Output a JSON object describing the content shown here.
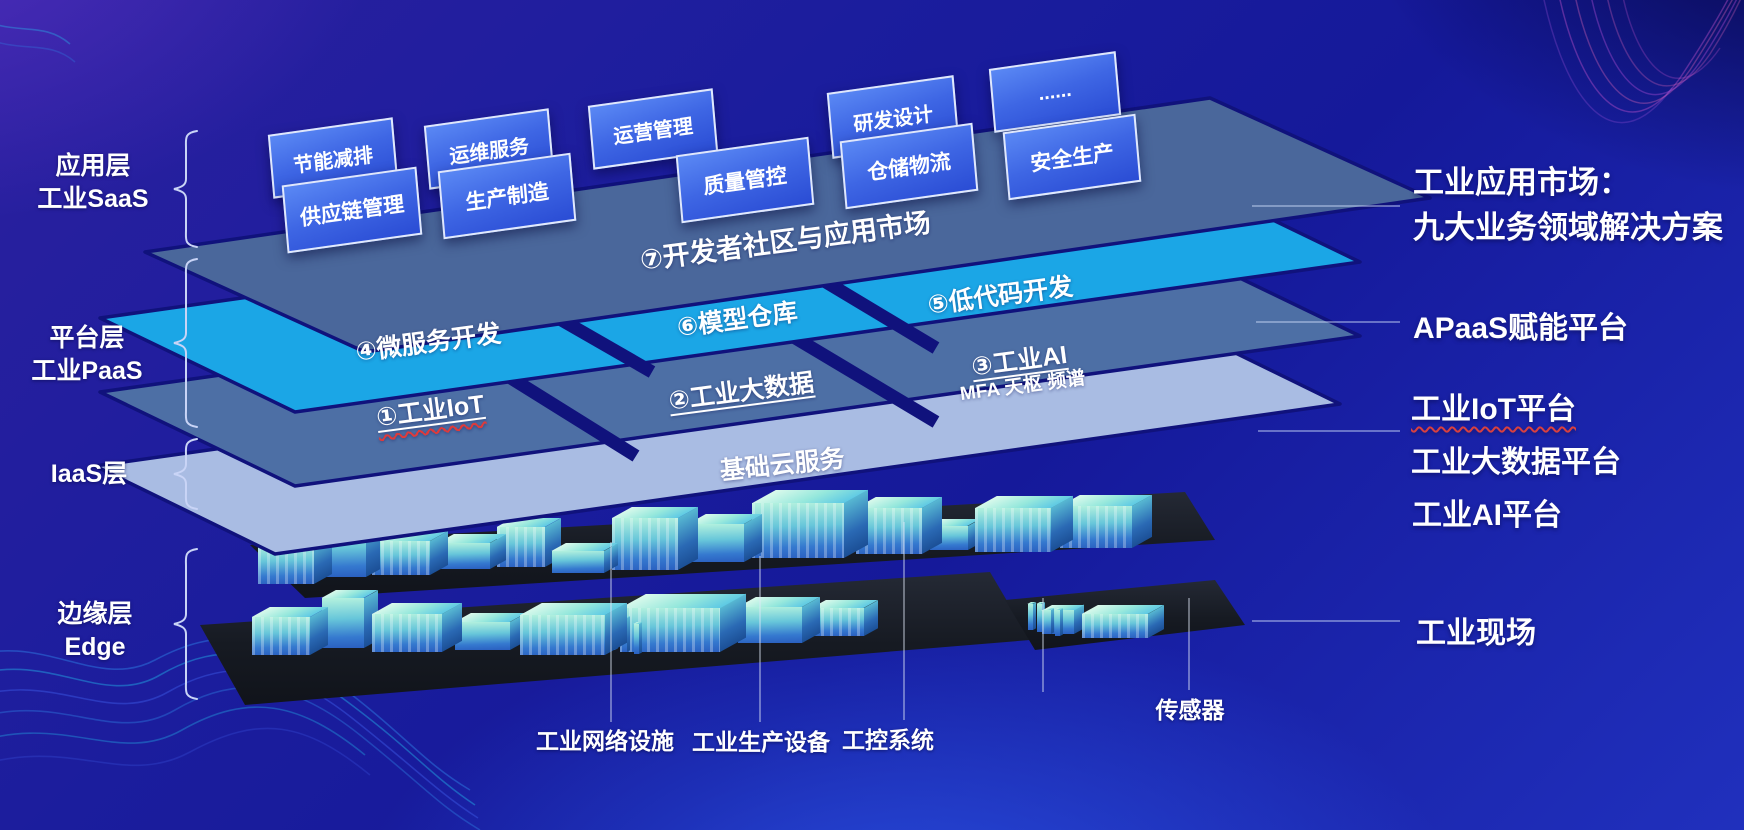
{
  "left_layers": [
    {
      "title": "应用层",
      "subtitle": "工业SaaS"
    },
    {
      "title": "平台层",
      "subtitle": "工业PaaS"
    },
    {
      "title": "IaaS层",
      "subtitle": ""
    },
    {
      "title": "边缘层",
      "subtitle": "Edge"
    }
  ],
  "saas_apps": {
    "back_row": [
      "节能减排",
      "运维服务",
      "运营管理",
      "研发设计",
      "......"
    ],
    "front_row": [
      "供应链管理",
      "生产制造",
      "质量管控",
      "仓储物流",
      "安全生产"
    ]
  },
  "planes": {
    "developer_market": "⑦开发者社区与应用市场",
    "microservice": "④微服务开发",
    "model_repo": "⑥模型仓库",
    "low_code": "⑤低代码开发",
    "iot": "①工业IoT",
    "big_data": "②工业大数据",
    "ai": "③工业AI",
    "ai_sub": "MFA 天枢 频谱",
    "cloud": "基础云服务"
  },
  "right_labels": {
    "app_market_line1": "工业应用市场：",
    "app_market_line2": "九大业务领域解决方案",
    "apaas": "APaaS赋能平台",
    "iot_platform": "工业IoT平台",
    "bigdata_platform": "工业大数据平台",
    "ai_platform": "工业AI平台",
    "field": "工业现场"
  },
  "edge_labels": {
    "network": "工业网络设施",
    "equipment": "工业生产设备",
    "control": "工控系统",
    "sensor": "传感器"
  },
  "colors": {
    "plane_developer": "#4a679b",
    "plane_paas_cyan": "#1ba6e6",
    "plane_platform_steel": "#4d6fa5",
    "plane_iaas": "#a9bce3",
    "saas_box_blue": "#3e66e4",
    "separator_navy": "#10127c",
    "background_blue": "#15199a",
    "building_teal": "#67c6da"
  }
}
